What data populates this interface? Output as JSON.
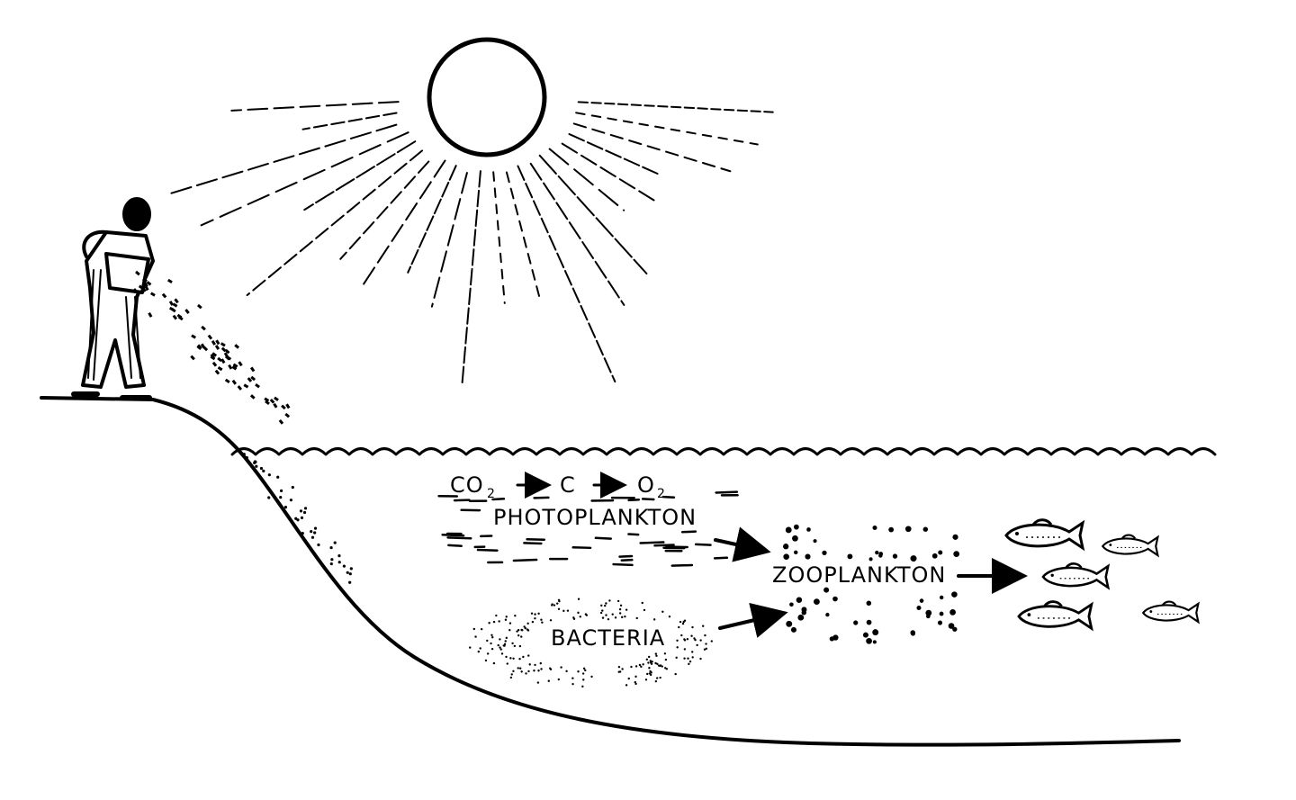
{
  "equation": {
    "co2": "CO",
    "co2_sub": "2",
    "c": "C",
    "o2": "O",
    "o2_sub": "2"
  },
  "labels": {
    "photoplankton": "PHOTOPLANKTON",
    "zooplankton": "ZOOPLANKTON",
    "bacteria": "BACTERIA"
  },
  "colors": {
    "ink": "#000000",
    "background": "#ffffff"
  },
  "icons": [
    "sun-icon",
    "person-icon",
    "fish-icon",
    "arrow-icon"
  ]
}
